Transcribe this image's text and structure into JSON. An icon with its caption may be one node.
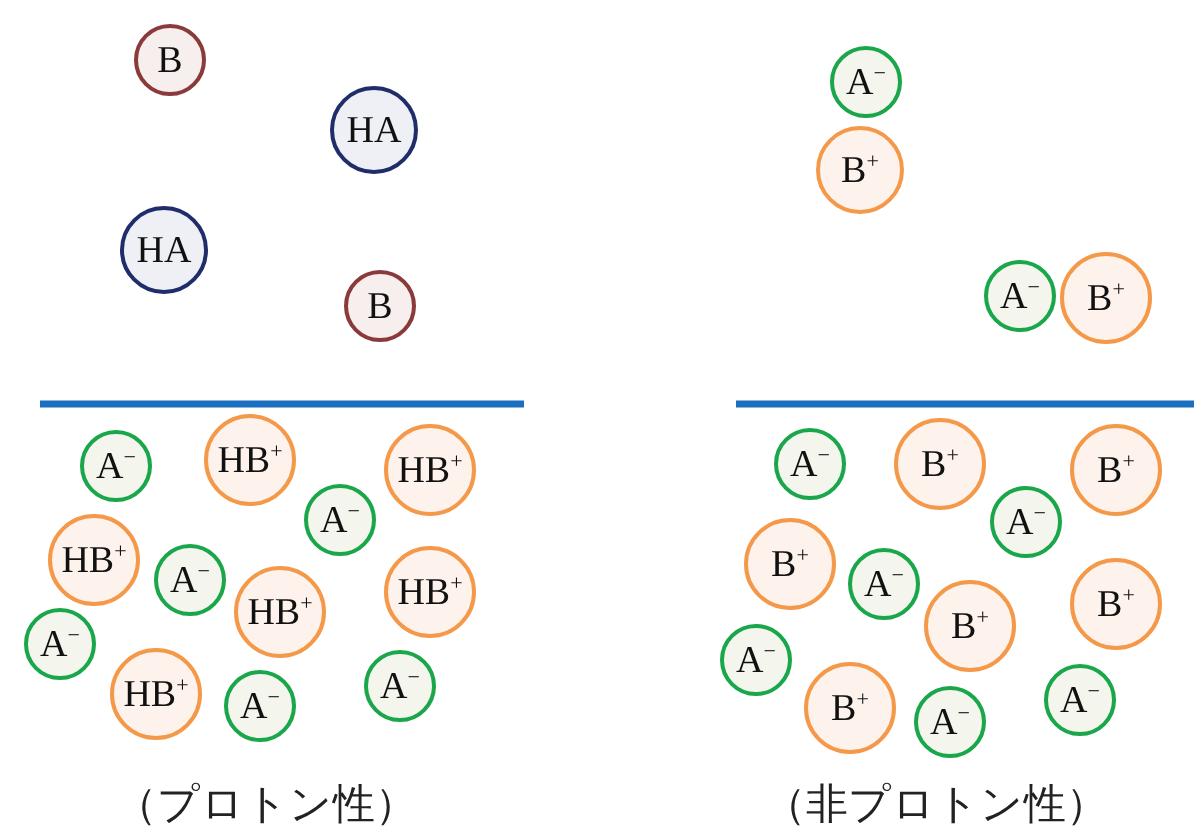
{
  "diagram": {
    "nodes": [
      {
        "text": [
          "B"
        ]
      },
      {
        "text": [
          "HA"
        ]
      },
      {
        "text": [
          "HA"
        ]
      },
      {
        "text": [
          "B"
        ]
      },
      {
        "text": [
          "A$^{−}$"
        ]
      },
      {
        "text": [
          "HB$^{+}$"
        ]
      },
      {
        "text": [
          "HB$^{+}$"
        ]
      },
      {
        "text": [
          "A$^{−}$"
        ]
      },
      {
        "text": [
          "HB$^{+}$"
        ]
      },
      {
        "text": [
          "A$^{−}$"
        ]
      },
      {
        "text": [
          "HB$^{+}$"
        ]
      },
      {
        "text": [
          "HB$^{+}$"
        ]
      },
      {
        "text": [
          "A$^{−}$"
        ]
      },
      {
        "text": [
          "HB$^{+}$"
        ]
      },
      {
        "text": [
          "A$^{−}$"
        ]
      },
      {
        "text": [
          "A$^{−}$"
        ]
      },
      {
        "text": [
          "A$^{−}$"
        ]
      },
      {
        "text": [
          "B$^{+}$"
        ]
      },
      {
        "text": [
          "A$^{−}$"
        ]
      },
      {
        "text": [
          "B$^{+}$"
        ]
      },
      {
        "text": [
          "A$^{−}$"
        ]
      },
      {
        "text": [
          "B$^{+}$"
        ]
      },
      {
        "text": [
          "B$^{+}$"
        ]
      },
      {
        "text": [
          "A$^{−}$"
        ]
      },
      {
        "text": [
          "B$^{+}$"
        ]
      },
      {
        "text": [
          "A$^{−}$"
        ]
      },
      {
        "text": [
          "B$^{+}$"
        ]
      },
      {
        "text": [
          "B$^{+}$"
        ]
      },
      {
        "text": [
          "A$^{−}$"
        ]
      },
      {
        "text": [
          "B$^{+}$"
        ]
      },
      {
        "text": [
          "A$^{−}$"
        ]
      },
      {
        "text": [
          "A$^{−}$"
        ]
      }
    ],
    "labels": [
      "（プロトン性）",
      "（非プロトン性）"
    ]
  }
}
